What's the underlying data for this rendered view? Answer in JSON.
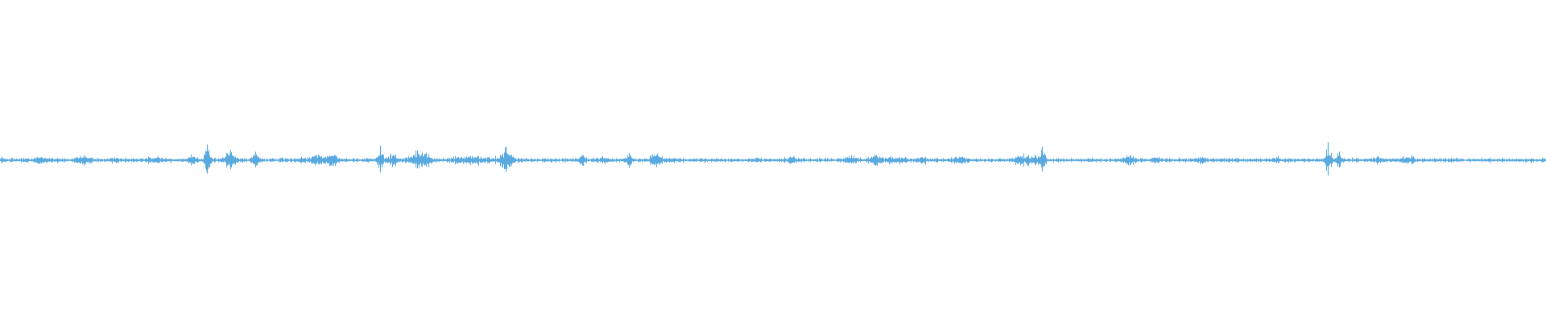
{
  "waveform": {
    "color": "#5aaae0",
    "background": "#ffffff",
    "baseline_width": 1.4,
    "description_of_content": "",
    "bursts": [
      {
        "at": 0.002,
        "amp": 0.4,
        "spread": 0.002
      },
      {
        "at": 0.026,
        "amp": 0.5,
        "spread": 0.008
      },
      {
        "at": 0.054,
        "amp": 0.9,
        "spread": 0.004
      },
      {
        "at": 0.075,
        "amp": 0.3,
        "spread": 0.004
      },
      {
        "at": 0.1,
        "amp": 0.3,
        "spread": 0.006
      },
      {
        "at": 0.124,
        "amp": 0.9,
        "spread": 0.003
      },
      {
        "at": 0.134,
        "amp": 2.6,
        "spread": 0.002
      },
      {
        "at": 0.149,
        "amp": 1.7,
        "spread": 0.004
      },
      {
        "at": 0.165,
        "amp": 1.4,
        "spread": 0.002
      },
      {
        "at": 0.205,
        "amp": 0.6,
        "spread": 0.008
      },
      {
        "at": 0.215,
        "amp": 1.3,
        "spread": 0.003
      },
      {
        "at": 0.246,
        "amp": 2.4,
        "spread": 0.002
      },
      {
        "at": 0.254,
        "amp": 1.2,
        "spread": 0.003
      },
      {
        "at": 0.265,
        "amp": 0.5,
        "spread": 0.004
      },
      {
        "at": 0.27,
        "amp": 1.6,
        "spread": 0.003
      },
      {
        "at": 0.276,
        "amp": 1.1,
        "spread": 0.003
      },
      {
        "at": 0.305,
        "amp": 0.7,
        "spread": 0.012
      },
      {
        "at": 0.327,
        "amp": 2.3,
        "spread": 0.004
      },
      {
        "at": 0.376,
        "amp": 1.2,
        "spread": 0.002
      },
      {
        "at": 0.39,
        "amp": 0.6,
        "spread": 0.003
      },
      {
        "at": 0.407,
        "amp": 1.1,
        "spread": 0.002
      },
      {
        "at": 0.424,
        "amp": 1.1,
        "spread": 0.004
      },
      {
        "at": 0.434,
        "amp": 0.3,
        "spread": 0.005
      },
      {
        "at": 0.512,
        "amp": 0.9,
        "spread": 0.002
      },
      {
        "at": 0.551,
        "amp": 0.8,
        "spread": 0.004
      },
      {
        "at": 0.566,
        "amp": 0.9,
        "spread": 0.003
      },
      {
        "at": 0.58,
        "amp": 0.5,
        "spread": 0.008
      },
      {
        "at": 0.597,
        "amp": 0.4,
        "spread": 0.003
      },
      {
        "at": 0.622,
        "amp": 0.5,
        "spread": 0.005
      },
      {
        "at": 0.66,
        "amp": 0.9,
        "spread": 0.004
      },
      {
        "at": 0.668,
        "amp": 1.0,
        "spread": 0.004
      },
      {
        "at": 0.674,
        "amp": 2.2,
        "spread": 0.002
      },
      {
        "at": 0.73,
        "amp": 0.8,
        "spread": 0.004
      },
      {
        "at": 0.748,
        "amp": 0.6,
        "spread": 0.002
      },
      {
        "at": 0.777,
        "amp": 0.7,
        "spread": 0.002
      },
      {
        "at": 0.826,
        "amp": 0.6,
        "spread": 0.001
      },
      {
        "at": 0.859,
        "amp": 3.0,
        "spread": 0.002
      },
      {
        "at": 0.866,
        "amp": 1.4,
        "spread": 0.002
      },
      {
        "at": 0.89,
        "amp": 0.4,
        "spread": 0.004
      },
      {
        "at": 0.911,
        "amp": 0.5,
        "spread": 0.005
      }
    ]
  }
}
